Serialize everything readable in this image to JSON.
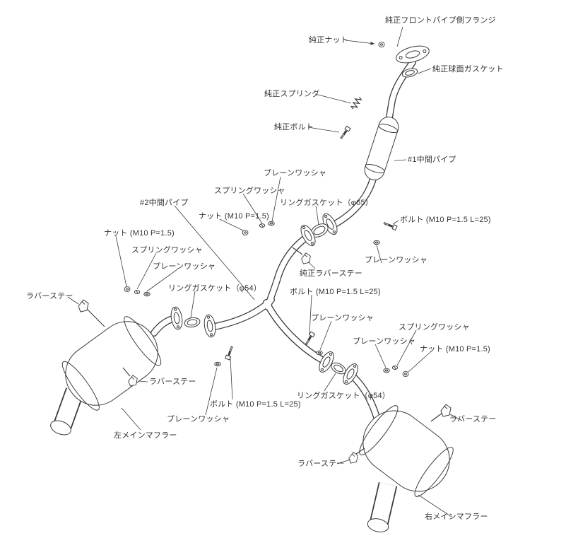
{
  "theme": {
    "line": "#3a3a3a",
    "text": "#333333",
    "bg": "#ffffff"
  },
  "diagram": {
    "type": "exploded-parts-diagram",
    "subject": "exhaust-system-installation",
    "labels": [
      "純正フロントパイプ側フランジ",
      "純正ナット",
      "純正球面ガスケット",
      "純正スプリング",
      "純正ボルト",
      "#1中間パイプ",
      "プレーンワッシャ",
      "スプリングワッシャ",
      "リングガスケット（φ65）",
      "#2中間パイプ",
      "ナット (M10 P=1.5)",
      "ボルト (M10 P=1.5 L=25)",
      "ナット (M10 P=1.5)",
      "スプリングワッシャ",
      "プレーンワッシャ",
      "プレーンワッシャ",
      "純正ラバーステー",
      "ボルト (M10 P=1.5 L=25)",
      "リングガスケット（φ54）",
      "ラバーステー",
      "プレーンワッシャ",
      "スプリングワッシャ",
      "プレーンワッシャ",
      "ナット (M10 P=1.5)",
      "ラバーステー",
      "リングガスケット（φ54）",
      "ボルト (M10 P=1.5 L=25)",
      "プレーンワッシャ",
      "左メインマフラー",
      "ラバーステー",
      "ラバーステー",
      "右メインマフラー"
    ]
  }
}
